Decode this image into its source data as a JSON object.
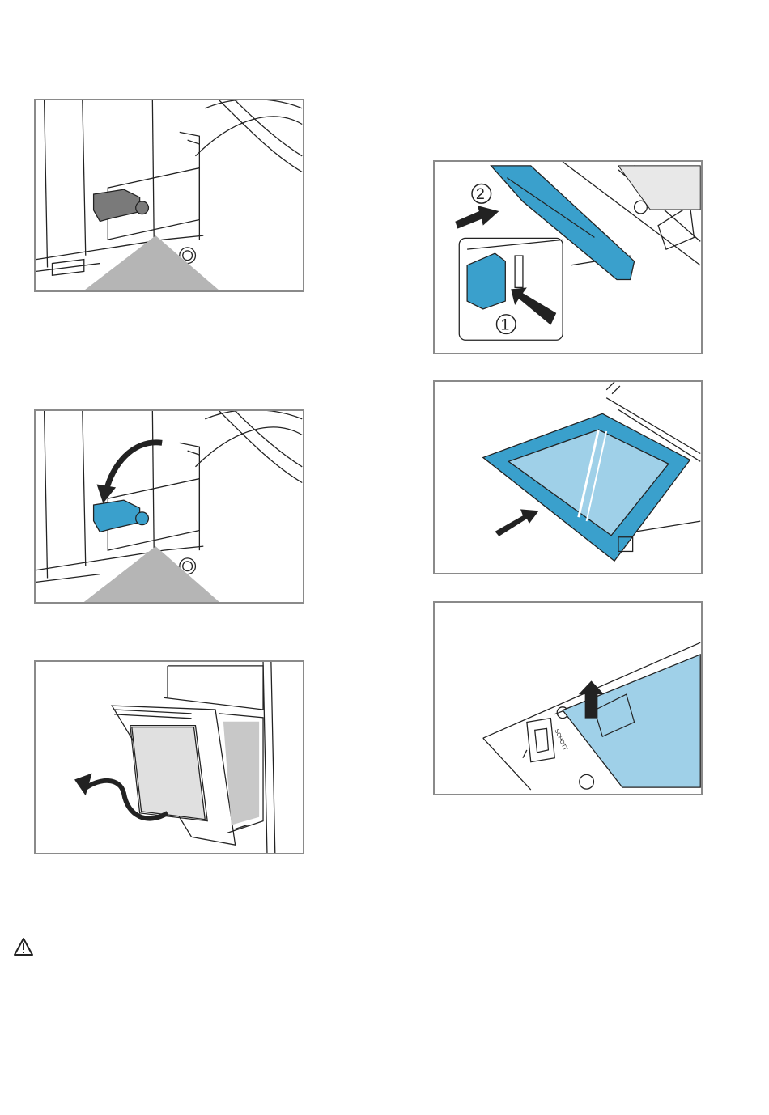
{
  "figures": {
    "release_step": {
      "num_2": "2",
      "num_1": "1"
    },
    "glass_label": "SCHOTT"
  },
  "colors": {
    "accent_blue": "#3aa0cc",
    "light_blue": "#9fd0e8",
    "lever_gray": "#7a7a7a",
    "outline": "#222222",
    "frame": "#8a8a8a"
  },
  "icons": [
    "warning-triangle-icon"
  ]
}
